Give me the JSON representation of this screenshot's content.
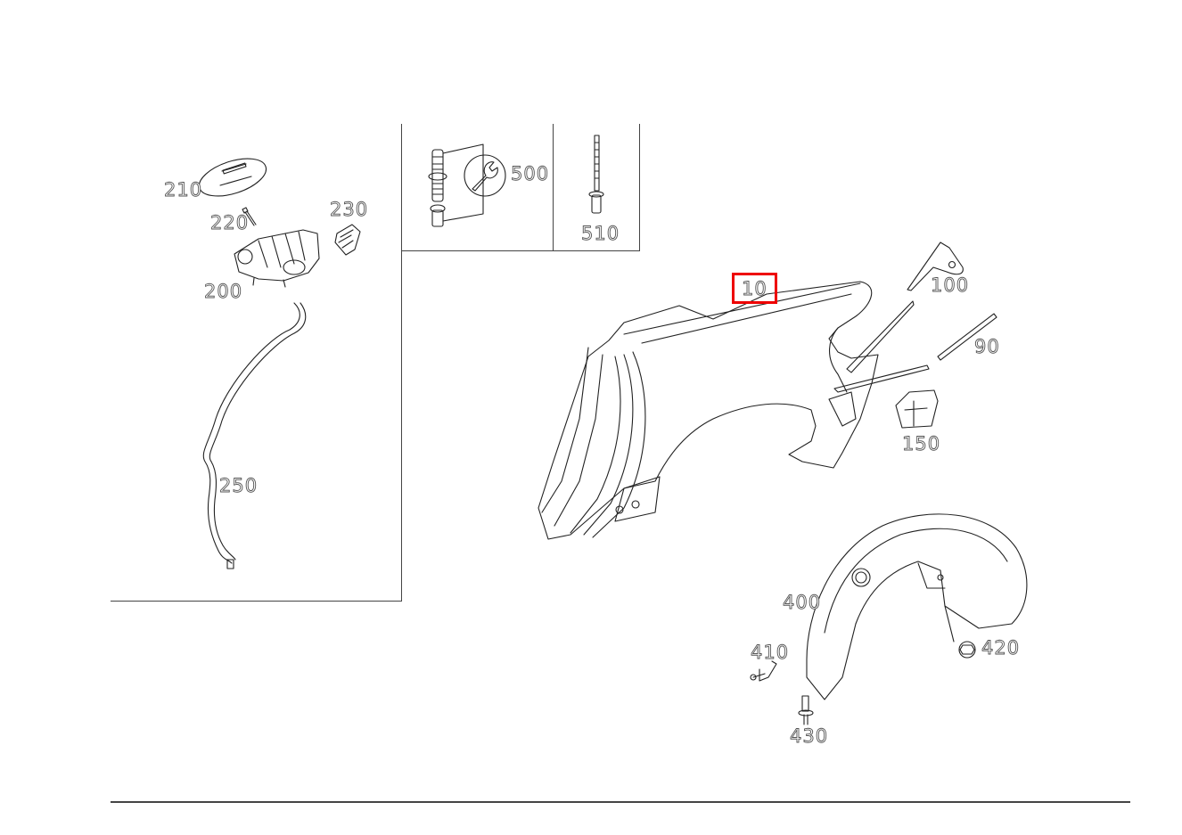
{
  "diagram": {
    "type": "exploded parts diagram",
    "subject": "Rear quarter panel / fender, fuel filler, wheel-arch liner",
    "selected_part": "10",
    "highlight_color": "#ee0000",
    "line_color": "#222222",
    "label_color": "#555555"
  },
  "callouts": {
    "p10": {
      "label": "10",
      "description": "Side wall / rear quarter panel"
    },
    "p90": {
      "label": "90",
      "description": "Strip / seal"
    },
    "p100": {
      "label": "100",
      "description": "Bracket"
    },
    "p150": {
      "label": "150",
      "description": "Bracket / housing"
    },
    "p200": {
      "label": "200",
      "description": "Fuel filler housing"
    },
    "p210": {
      "label": "210",
      "description": "Fuel filler flap"
    },
    "p220": {
      "label": "220",
      "description": "Screw"
    },
    "p230": {
      "label": "230",
      "description": "Actuator / clip"
    },
    "p250": {
      "label": "250",
      "description": "Drain hose"
    },
    "p400": {
      "label": "400",
      "description": "Wheel arch liner"
    },
    "p410": {
      "label": "410",
      "description": "Expanding rivet"
    },
    "p420": {
      "label": "420",
      "description": "Nut"
    },
    "p430": {
      "label": "430",
      "description": "Expanding rivet"
    },
    "p500": {
      "label": "500",
      "description": "Stud bolt with repair tool"
    },
    "p510": {
      "label": "510",
      "description": "Blind rivet"
    }
  },
  "icons": {
    "repair_tool": "wrench-icon"
  }
}
